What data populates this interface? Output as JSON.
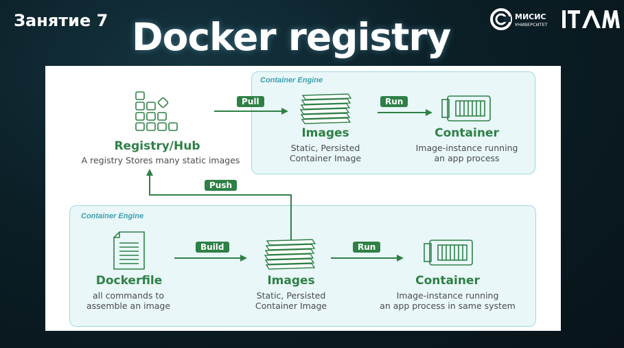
{
  "slide": {
    "lesson": "Занятие 7",
    "title": "Docker registry"
  },
  "logos": {
    "misis_name": "МИСИС",
    "misis_sub": "УНИВЕРСИТЕТ",
    "itam": "ITAM"
  },
  "colors": {
    "accent_green": "#2e8046",
    "engine_fill": "#e9f7f8",
    "engine_border": "#9fd8df",
    "engine_label": "#3d9fb0"
  },
  "diagram": {
    "registry": {
      "title": "Registry/Hub",
      "subtitle": "A registry Stores many static images",
      "icon": "registry-grid-icon"
    },
    "top_engine": {
      "label": "Container Engine",
      "pull_label": "Pull",
      "run_label": "Run",
      "images": {
        "title": "Images",
        "sub1": "Static, Persisted",
        "sub2": "Container Image",
        "icon": "image-stack-icon"
      },
      "container": {
        "title": "Container",
        "sub1": "Image-instance running",
        "sub2": "an app process",
        "icon": "container-icon"
      }
    },
    "push_label": "Push",
    "bottom_engine": {
      "label": "Container Engine",
      "build_label": "Build",
      "run_label": "Run",
      "dockerfile": {
        "title": "Dockerfile",
        "sub1": "all commands to",
        "sub2": "assemble an image",
        "icon": "document-icon"
      },
      "images": {
        "title": "Images",
        "sub1": "Static, Persisted",
        "sub2": "Container Image",
        "icon": "image-stack-icon"
      },
      "container": {
        "title": "Container",
        "sub1": "Image-instance running",
        "sub2": "an app process in same system",
        "icon": "container-icon"
      }
    }
  }
}
